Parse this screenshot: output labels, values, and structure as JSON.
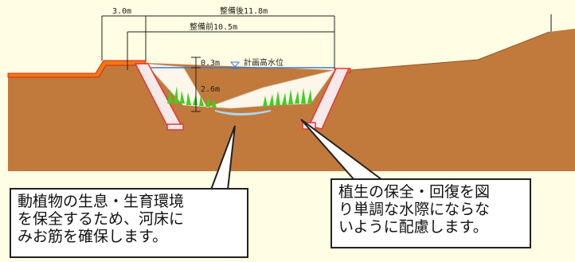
{
  "dimensions": {
    "width_3m": "3.0m",
    "after_width": "整備後11.8m",
    "before_width": "整備前10.5m",
    "freeboard": "0.3m",
    "depth": "2.6m",
    "design_water_level": "計画高水位"
  },
  "callouts": {
    "left": "動植物の生息・生育環境\nを保全するため、河床に\nみお筋を確保します。",
    "right": "植生の保全・回復を図\nり単調な水際にならな\nいように配慮します。"
  },
  "colors": {
    "background": "#fffde3",
    "ground": "#c17a3c",
    "levee_top": "#f07a10",
    "concrete": "#f5e9ea",
    "water_line": "#3a7bd5",
    "vegetation": "#3fcf1f"
  }
}
